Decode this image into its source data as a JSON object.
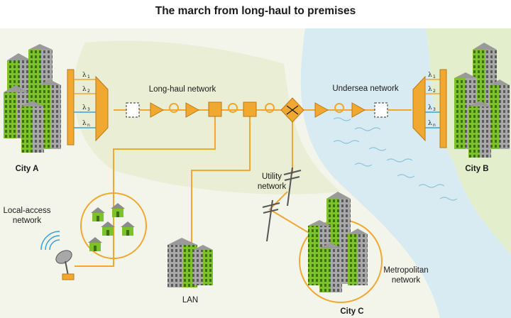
{
  "title": "The march from long-haul to premises",
  "labels": {
    "long_haul": "Long-haul network",
    "undersea": "Undersea network",
    "city_a": "City A",
    "city_b": "City B",
    "city_c": "City C",
    "local_access_1": "Local-access",
    "local_access_2": "network",
    "utility_1": "Utility",
    "utility_2": "network",
    "lan": "LAN",
    "metro_1": "Metropolitan",
    "metro_2": "network"
  },
  "wavelengths": {
    "symbol": "λ",
    "subs": [
      "1",
      "2",
      "3",
      "n"
    ]
  },
  "colors": {
    "fiber": "#f0a830",
    "fiber_dark": "#d98a10",
    "building_gray": "#8c8c8c",
    "building_green": "#7cc22a",
    "land": "#eef1dc",
    "water": "#d6ebf3",
    "lambda_line": "#3aa0d8"
  }
}
